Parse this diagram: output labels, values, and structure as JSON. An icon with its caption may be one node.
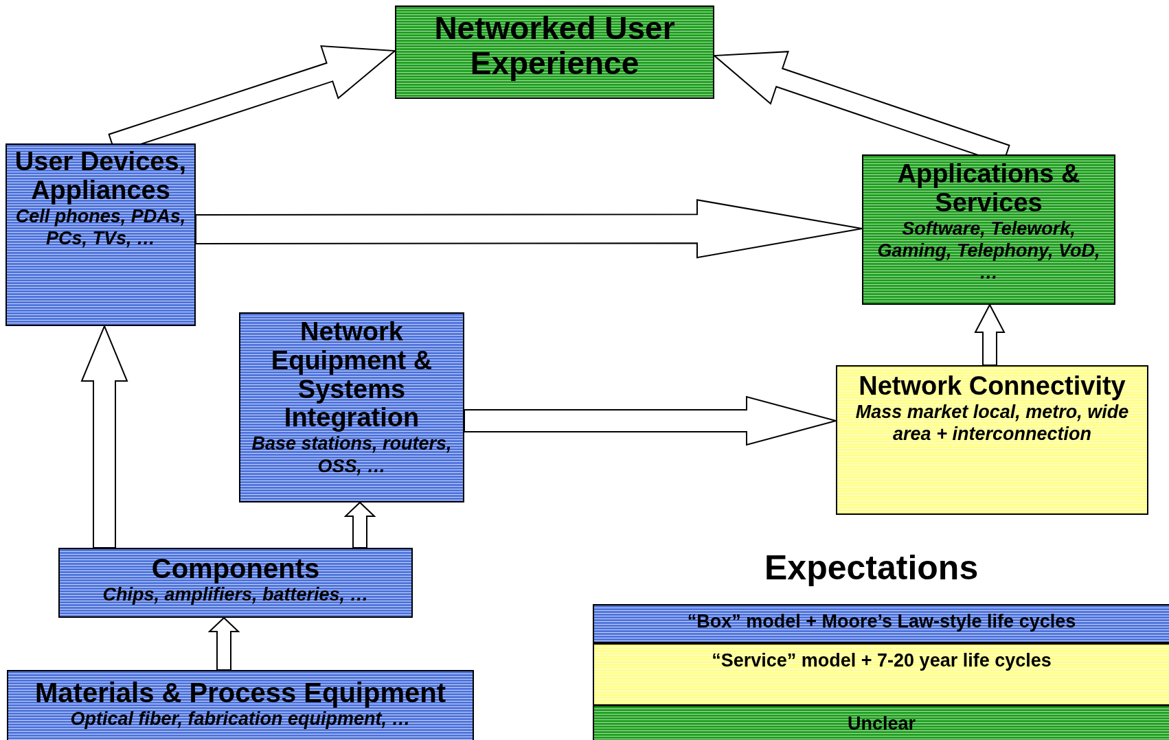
{
  "diagram": {
    "nodes": [
      {
        "text": [
          "Networked User Experience"
        ]
      },
      {
        "text": [
          "User Devices, Appliances",
          "Cell phones, PDAs, PCs, TVs, …"
        ]
      },
      {
        "text": [
          "Applications & Services",
          "Software, Telework, Gaming, Telephony, VoD, …"
        ]
      },
      {
        "text": [
          "Network Equipment & Systems Integration",
          "Base stations, routers, OSS, …"
        ]
      },
      {
        "text": [
          "Network Connectivity",
          "Mass market local, metro, wide area + interconnection"
        ]
      },
      {
        "text": [
          "Components",
          "Chips, amplifiers, batteries, …"
        ]
      },
      {
        "text": [
          "Materials & Process Equipment",
          "Optical fiber, fabrication equipment, …"
        ]
      }
    ],
    "edges": [
      {
        "from": 1,
        "to": 0,
        "arrow": "to"
      },
      {
        "from": 2,
        "to": 0,
        "arrow": "to"
      },
      {
        "from": 1,
        "to": 2,
        "arrow": "to"
      },
      {
        "from": 5,
        "to": 1,
        "arrow": "to"
      },
      {
        "from": 5,
        "to": 3,
        "arrow": "to"
      },
      {
        "from": 6,
        "to": 5,
        "arrow": "to"
      },
      {
        "from": 3,
        "to": 4,
        "arrow": "to"
      },
      {
        "from": 4,
        "to": 2,
        "arrow": "to"
      }
    ],
    "labels": [
      "Expectations"
    ],
    "legend": [
      {
        "text": "“Box” model + Moore’s Law-style life cycles",
        "color": "#4f74dc"
      },
      {
        "text": "“Service” model + 7-20 year life cycles",
        "color": "#ffff88"
      },
      {
        "text": "Unclear",
        "color": "#22a022"
      }
    ]
  }
}
